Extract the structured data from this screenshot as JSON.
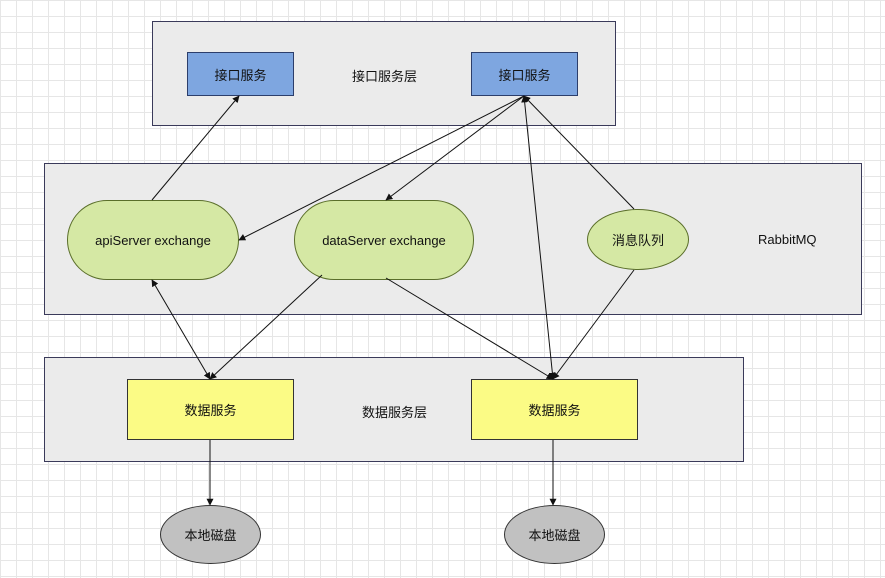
{
  "api_layer": {
    "label": "接口服务层",
    "left_service": "接口服务",
    "right_service": "接口服务"
  },
  "mq_layer": {
    "label": "RabbitMQ",
    "api_exchange": "apiServer exchange",
    "data_exchange": "dataServer exchange",
    "queue": "消息队列"
  },
  "data_layer": {
    "label": "数据服务层",
    "left_service": "数据服务",
    "right_service": "数据服务"
  },
  "storage": {
    "left_disk": "本地磁盘",
    "right_disk": "本地磁盘"
  },
  "colors": {
    "api_box": "#7ea6e0",
    "exchange": "#d5e8a4",
    "data_box": "#fbfb85",
    "disk": "#c1c1c1",
    "layer_bg": "#ebebeb"
  }
}
